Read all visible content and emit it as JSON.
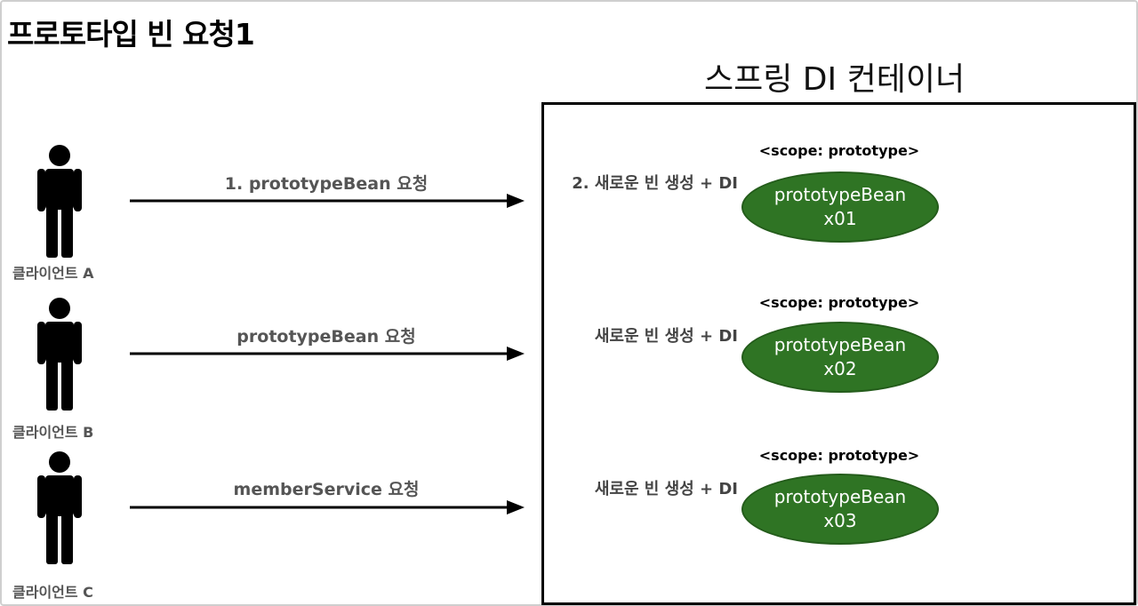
{
  "title": "프로토타입 빈 요청1",
  "container": {
    "title": "스프링 DI 컨테이너"
  },
  "rows": [
    {
      "client_label": "클라이언트 A",
      "request_label": "1. prototypeBean 요청",
      "create_label": "2. 새로운 빈 생성 + DI",
      "scope_label": "<scope: prototype>",
      "bean_name": "prototypeBean",
      "bean_id": "x01"
    },
    {
      "client_label": "클라이언트 B",
      "request_label": "prototypeBean 요청",
      "create_label": "새로운 빈 생성 + DI",
      "scope_label": "<scope: prototype>",
      "bean_name": "prototypeBean",
      "bean_id": "x02"
    },
    {
      "client_label": "클라이언트 C",
      "request_label": "memberService 요청",
      "create_label": "새로운 빈 생성 + DI",
      "scope_label": "<scope: prototype>",
      "bean_name": "prototypeBean",
      "bean_id": "x03"
    }
  ],
  "colors": {
    "bean_fill": "#2f7424",
    "bean_text": "#ffffff",
    "label_gray": "#555555"
  },
  "icons": {
    "client": "person-icon",
    "request": "arrow-right-icon"
  }
}
